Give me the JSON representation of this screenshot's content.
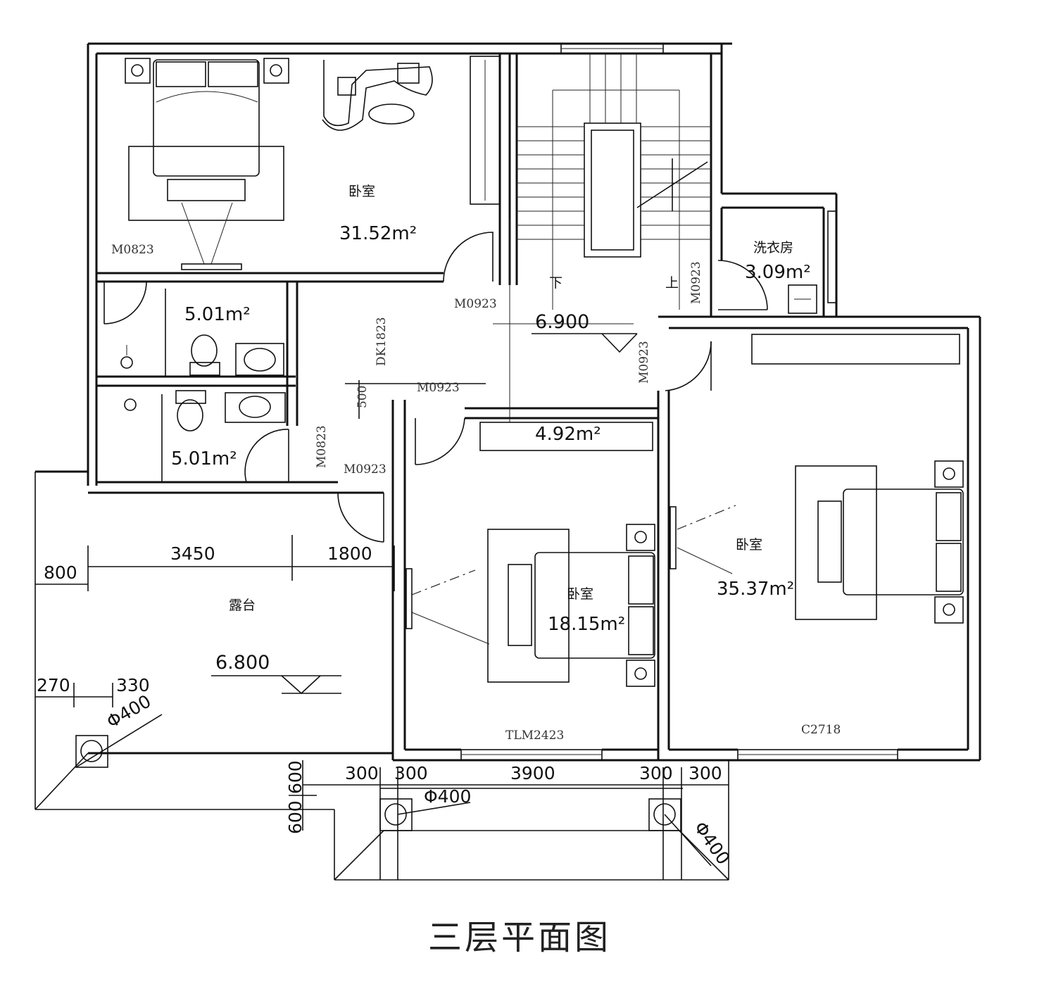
{
  "title": "三层平面图",
  "rooms": {
    "bedroom_master": {
      "name": "卧室",
      "area": "31.52m²"
    },
    "bath_1": {
      "area": "5.01m²"
    },
    "bath_2": {
      "area": "5.01m²"
    },
    "laundry": {
      "name": "洗衣房",
      "area": "3.09m²"
    },
    "bedroom_2": {
      "name": "卧室",
      "area": "18.15m²"
    },
    "bedroom_3": {
      "name": "卧室",
      "area": "35.37m²"
    },
    "terrace": {
      "name": "露台"
    },
    "closet_area": {
      "area": "4.92m²"
    }
  },
  "stairs": {
    "down": "下",
    "up": "上"
  },
  "elevations": {
    "landing": "6.900",
    "terrace": "6.800"
  },
  "openings": {
    "m0823_a": "M0823",
    "m0823_b": "M0823",
    "m0923_a": "M0923",
    "m0923_b": "M0923",
    "m0923_c": "M0923",
    "m0923_d": "M0923",
    "m0923_e": "M0923",
    "dk1823": "DK1823",
    "tlm2423": "TLM2423",
    "c2718": "C2718"
  },
  "dimensions": {
    "d3450": "3450",
    "d1800": "1800",
    "d800": "800",
    "d270": "270",
    "d330": "330",
    "phi400_a": "Φ400",
    "phi400_b": "Φ400",
    "phi400_c": "Φ400",
    "d300_a": "300",
    "d300_b": "300",
    "d3900": "3900",
    "d300_c": "300",
    "d300_d": "300",
    "d600_a": "600",
    "d600_b": "600",
    "d500": "500"
  }
}
